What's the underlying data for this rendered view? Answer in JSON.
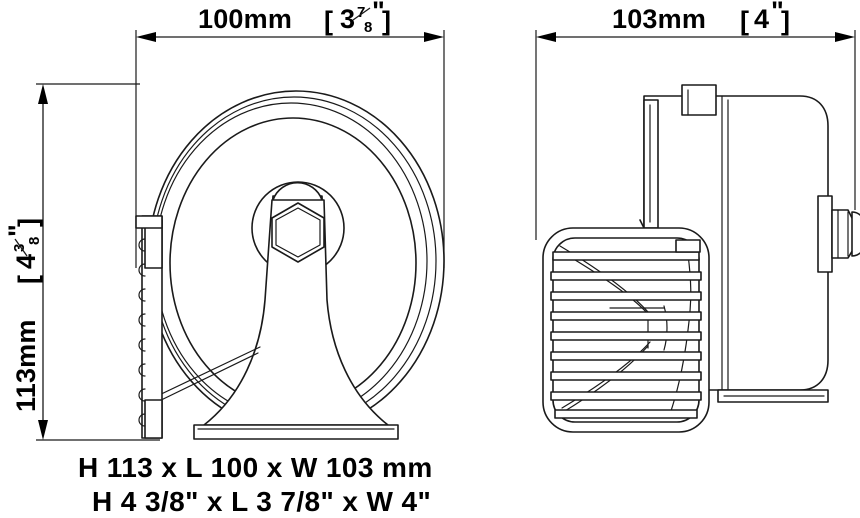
{
  "sheet": {
    "title": "Horn technical dimension drawing",
    "background_color": "#ffffff",
    "line_color": "#1a1a1a"
  },
  "dimensions": {
    "width_top_left": {
      "label_mm": "100mm",
      "bracket_open": "[",
      "whole_inches": "3",
      "frac_numerator": "7",
      "frac_denominator": "8",
      "inch_mark": "\"",
      "bracket_close": "]",
      "full_text": "100mm [3 7/8\"]"
    },
    "width_top_right": {
      "label_mm": "103mm",
      "bracket_open": "[",
      "whole_inches": "4",
      "inch_mark": "\"",
      "bracket_close": "]",
      "full_text": "103mm [4\"]"
    },
    "height_left": {
      "label_mm": "113mm",
      "bracket_open": "[",
      "whole_inches": "4",
      "frac_numerator": "3",
      "frac_denominator": "8",
      "inch_mark": "\"",
      "bracket_close": "]",
      "full_text": "113mm [4 3/8\"]"
    }
  },
  "caption": {
    "line_metric": "H 113 x L 100 x W 103 mm",
    "line_imperial": "H 4 3/8\" x L 3 7/8\" x W 4\""
  },
  "views": {
    "left_view": {
      "name": "side-elevation-view",
      "description": "Side elevation of spiral horn with mounting bracket, central hex nut and flared trumpet base",
      "parts": [
        "spiral-horn-body",
        "mounting-bracket",
        "hex-nut",
        "flared-base",
        "base-plate"
      ],
      "bracket_notch_count": 8
    },
    "right_view": {
      "name": "front-elevation-view",
      "description": "Front elevation showing louvered grille, body housing and terminal hex fitting",
      "parts": [
        "louvre-grille",
        "body-housing",
        "top-mounting-tab",
        "terminal-hex-fitting"
      ],
      "grille_slat_count": 9
    }
  }
}
